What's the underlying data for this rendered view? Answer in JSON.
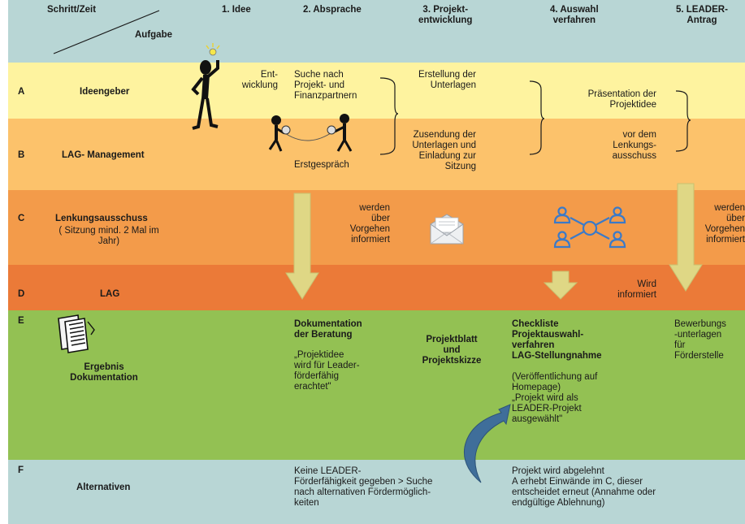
{
  "colors": {
    "header": "#b8d6d5",
    "row_a": "#fef39f",
    "row_b": "#fcc26b",
    "row_c": "#f39b4a",
    "row_d": "#eb7a38",
    "row_e": "#93c153",
    "row_f": "#b8d6d5",
    "arrow": "#dfd785",
    "curve_arrow": "#3f6e9a",
    "people_icon": "#3b7ac8"
  },
  "header": {
    "corner_top": "Schritt/Zeit",
    "corner_bottom": "Aufgabe",
    "col1": "1. Idee",
    "col2": "2. Absprache",
    "col3": "3. Projekt-\nentwicklung",
    "col4": "4. Auswahl\nverfahren",
    "col5": "5. LEADER-\nAntrag"
  },
  "rows": {
    "a": {
      "letter": "A",
      "label": "Ideengeber"
    },
    "b": {
      "letter": "B",
      "label": "LAG- Management"
    },
    "c": {
      "letter": "C",
      "label": "Lenkungsausschuss",
      "sublabel": "( Sitzung mind.  2 Mal im\nJahr)"
    },
    "d": {
      "letter": "D",
      "label": "LAG"
    },
    "e": {
      "letter": "E",
      "label": "Ergebnis\nDokumentation"
    },
    "f": {
      "letter": "F",
      "label": "Alternativen"
    }
  },
  "cells": {
    "entwicklung": "Ent-\nwicklung",
    "suche": "Suche nach\nProjekt-  und\nFinanzpartnern",
    "erstgespraech": "Erstgespräch",
    "erstellung": "Erstellung der\nUnterlagen",
    "zusendung": "Zusendung der\nUnterlagen und\nEinladung zur\nSitzung",
    "praesentation": "Präsentation der\nProjektidee",
    "vor_dem": "vor dem\nLenkungs-\nausschuss",
    "werden_c2": "werden\nüber\nVorgehen\ninformiert",
    "werden_c5": "werden\nüber\nVorgehen\ninformiert",
    "wird_informiert": "Wird\ninformiert",
    "doku_title": "Dokumentation\nder Beratung",
    "doku_quote": "„Projektidee\n wird für Leader-\nförderfähig\nerachtet\"",
    "projektblatt": "Projektblatt\nund\nProjektskizze",
    "checkliste_title": "Checkliste\nProjektauswahl-\nverfahren\nLAG-Stellungnahme",
    "checkliste_note": "(Veröffentlichung auf\nHomepage)\n„Projekt  wird als\nLEADER-Projekt\nausgewählt\"",
    "bewerbung": "Bewerbungs\n-unterlagen\nfür\nFörderstelle",
    "keine_leader": "Keine LEADER-\nFörderfähigkeit gegeben > Suche\nnach alternativen Fördermöglich-\nkeiten",
    "abgelehnt": "Projekt wird abgelehnt\nA erhebt Einwände  im C, dieser\nentscheidet erneut  (Annahme oder\nendgültige Ablehnung)"
  }
}
